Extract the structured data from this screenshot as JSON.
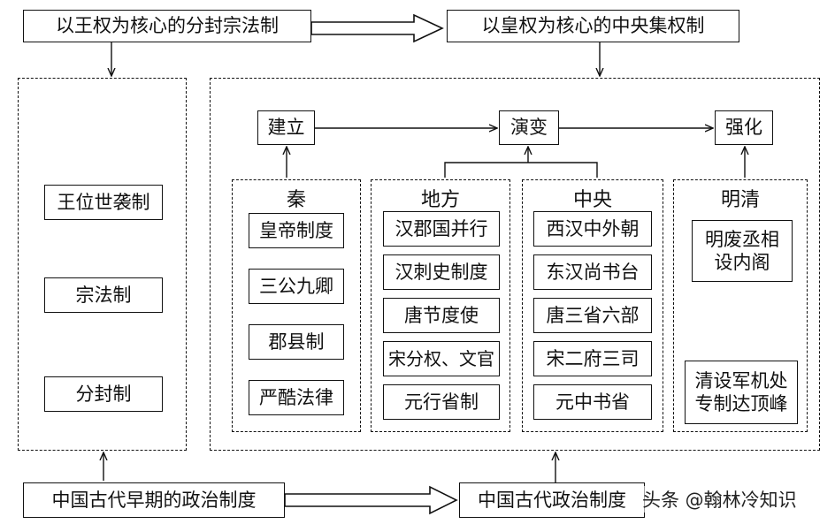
{
  "top": {
    "left_title": "以王权为核心的分封宗法制",
    "right_title": "以皇权为核心的中央集权制"
  },
  "bottom": {
    "left_title": "中国古代早期的政治制度",
    "right_title": "中国古代政治制度"
  },
  "early": {
    "items": [
      "王位世袭制",
      "宗法制",
      "分封制"
    ]
  },
  "stages": {
    "establish": "建立",
    "evolve": "演变",
    "strengthen": "强化"
  },
  "groups": {
    "qin": {
      "title": "秦",
      "items": [
        "皇帝制度",
        "三公九卿",
        "郡县制",
        "严酷法律"
      ]
    },
    "local": {
      "title": "地方",
      "items": [
        "汉郡国并行",
        "汉刺史制度",
        "唐节度使",
        "宋分权、文官",
        "元行省制"
      ]
    },
    "central": {
      "title": "中央",
      "items": [
        "西汉中外朝",
        "东汉尚书台",
        "唐三省六部",
        "宋二府三司",
        "元中书省"
      ]
    },
    "mingqing": {
      "title": "明清",
      "items": [
        "明废丞相设内阁",
        "清设军机处专制达顶峰"
      ]
    }
  },
  "watermark": "头条 @翰林冷知识"
}
